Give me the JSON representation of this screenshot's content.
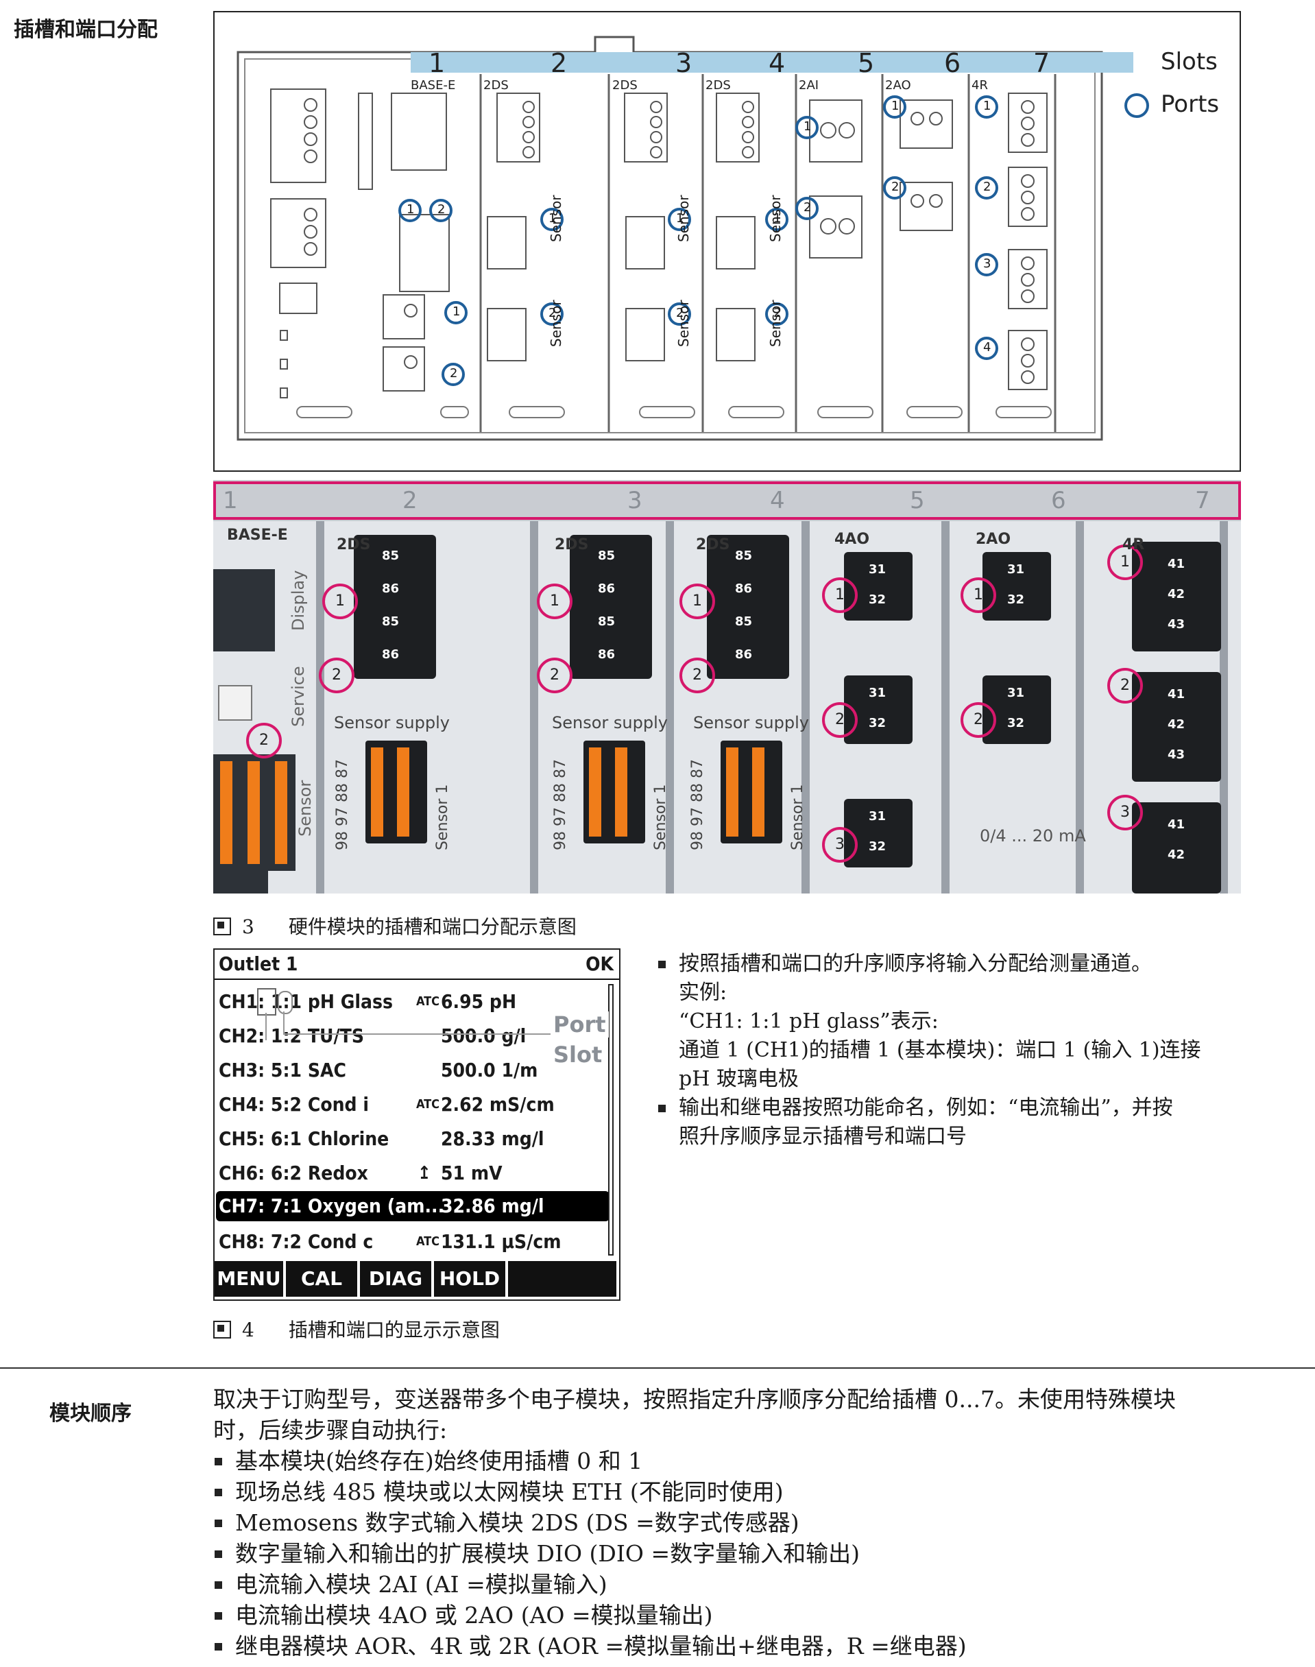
{
  "section1": {
    "heading": "插槽和端口分配"
  },
  "diagram": {
    "slot_numbers": [
      "1",
      "2",
      "3",
      "4",
      "5",
      "6",
      "7"
    ],
    "module_labels": [
      "BASE-E",
      "2DS",
      "2DS",
      "2DS",
      "2AI",
      "2AO",
      "4R"
    ],
    "legend": {
      "slots": "Slots",
      "ports": "Ports"
    },
    "port_labels": {
      "p1": "1",
      "p2": "2",
      "p3": "3",
      "p4": "4"
    },
    "sensor_label": "Sensor",
    "colors": {
      "slot_band": "#a9d0e6",
      "port_ring": "#1f5f9a"
    }
  },
  "photo": {
    "slot_numbers": [
      "1",
      "2",
      "3",
      "4",
      "5",
      "6",
      "7"
    ],
    "module_labels": [
      "BASE-E",
      "2DS",
      "2DS",
      "2DS",
      "4AO",
      "2AO",
      "4R"
    ],
    "side_labels": {
      "display": "Display",
      "service": "Service",
      "sensor": "Sensor"
    },
    "sensor_supply": "Sensor supply",
    "sensor1": "Sensor 1",
    "terminal_numbers": [
      "98",
      "97",
      "88",
      "87"
    ],
    "terminal_codes": [
      "85",
      "86",
      "85",
      "86"
    ],
    "ao_codes": [
      "31",
      "32"
    ],
    "relay_codes": [
      "41",
      "42",
      "43"
    ],
    "range_label": "0/4 ... 20 mA",
    "port_labels": {
      "p1": "1",
      "p2": "2",
      "p3": "3"
    },
    "colors": {
      "marker": "#d6176b"
    }
  },
  "figure3": {
    "number": "3",
    "caption": "硬件模块的插槽和端口分配示意图"
  },
  "display": {
    "title": "Outlet 1",
    "ok": "OK",
    "rows": [
      {
        "channel": "CH1: 1:1 pH Glass",
        "atc": "ATC",
        "value": "6.95 pH"
      },
      {
        "channel": "CH2: 1:2 TU/TS",
        "atc": "",
        "value": "500.0 g/l"
      },
      {
        "channel": "CH3: 5:1 SAC",
        "atc": "",
        "value": "500.0 1/m"
      },
      {
        "channel": "CH4: 5:2 Cond i",
        "atc": "ATC",
        "value": "2.62 mS/cm"
      },
      {
        "channel": "CH5: 6:1 Chlorine",
        "atc": "",
        "value": "28.33 mg/l"
      },
      {
        "channel": "CH6: 6:2 Redox",
        "atc": "",
        "value": "51 mV"
      },
      {
        "channel": "CH7: 7:1 Oxygen (am...",
        "atc": "",
        "value": "32.86 mg/l"
      },
      {
        "channel": "CH8: 7:2 Cond c",
        "atc": "ATC",
        "value": "131.1 µS/cm"
      }
    ],
    "annotations": {
      "port": "Port",
      "slot": "Slot"
    },
    "softkeys": [
      "MENU",
      "CAL",
      "DIAG",
      "HOLD"
    ]
  },
  "notes": {
    "item1": {
      "lead": "按照插槽和端口的升序顺序将输入分配给测量通道。",
      "lines": [
        "实例:",
        "“CH1: 1:1 pH glass”表示:",
        "通道 1 (CH1)的插槽 1 (基本模块)：端口 1 (输入 1)连接",
        "pH 玻璃电极"
      ]
    },
    "item2": {
      "lines": [
        "输出和继电器按照功能命名，例如：“电流输出”，并按",
        "照升序顺序显示插槽号和端口号"
      ]
    }
  },
  "figure4": {
    "number": "4",
    "caption": "插槽和端口的显示示意图"
  },
  "section2": {
    "heading": "模块顺序",
    "intro_line1": "取决于订购型号，变送器带多个电子模块，按照指定升序顺序分配给插槽 0...7。未使用特殊模块",
    "intro_line2": "时，后续步骤自动执行:",
    "items": [
      "基本模块(始终存在)始终使用插槽 0 和 1",
      "现场总线 485 模块或以太网模块 ETH (不能同时使用)",
      "Memosens 数字式输入模块 2DS (DS =数字式传感器)",
      "数字量输入和输出的扩展模块 DIO (DIO =数字量输入和输出)",
      "电流输入模块 2AI (AI =模拟量输入)",
      "电流输出模块 4AO 或 2AO (AO =模拟量输出)",
      "继电器模块 AOR、4R 或 2R (AOR =模拟量输出+继电器，R =继电器)"
    ]
  }
}
